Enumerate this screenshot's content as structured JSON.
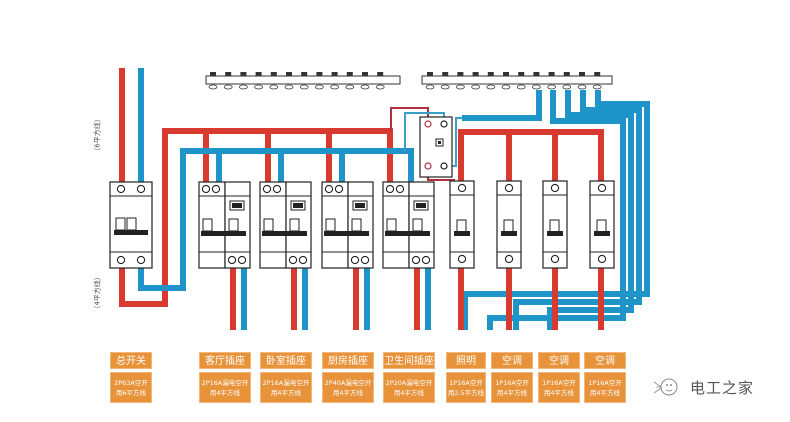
{
  "colors": {
    "live": "#d93a30",
    "neutral": "#1e94c8",
    "label_bg": "#e8923a",
    "breaker_outline": "#222222"
  },
  "wire_labels": {
    "top": "（6平方线）",
    "bottom": "（4平方线）"
  },
  "circuits": [
    {
      "name": "总开关",
      "spec_line1": "2P63A空开",
      "spec_line2": "用6平方线"
    },
    {
      "name": "客厅插座",
      "spec_line1": "2P16A漏电空开",
      "spec_line2": "用4平方线"
    },
    {
      "name": "卧室插座",
      "spec_line1": "2P16A漏电空开",
      "spec_line2": "用4平方线"
    },
    {
      "name": "厨房插座",
      "spec_line1": "2P40A漏电空开",
      "spec_line2": "用4平方线"
    },
    {
      "name": "卫生间插座",
      "spec_line1": "2P20A漏电空开",
      "spec_line2": "用4平方线"
    },
    {
      "name": "照明",
      "spec_line1": "1P16A空开",
      "spec_line2": "用2.5平方线"
    },
    {
      "name": "空调",
      "spec_line1": "1P16A空开",
      "spec_line2": "用4平方线"
    },
    {
      "name": "空调",
      "spec_line1": "1P16A空开",
      "spec_line2": "用4平方线"
    },
    {
      "name": "空调",
      "spec_line1": "1P16A空开",
      "spec_line2": "用4平方线"
    }
  ],
  "brand": {
    "name": "电工之家",
    "icon": "wechat-fish-logo-icon"
  }
}
